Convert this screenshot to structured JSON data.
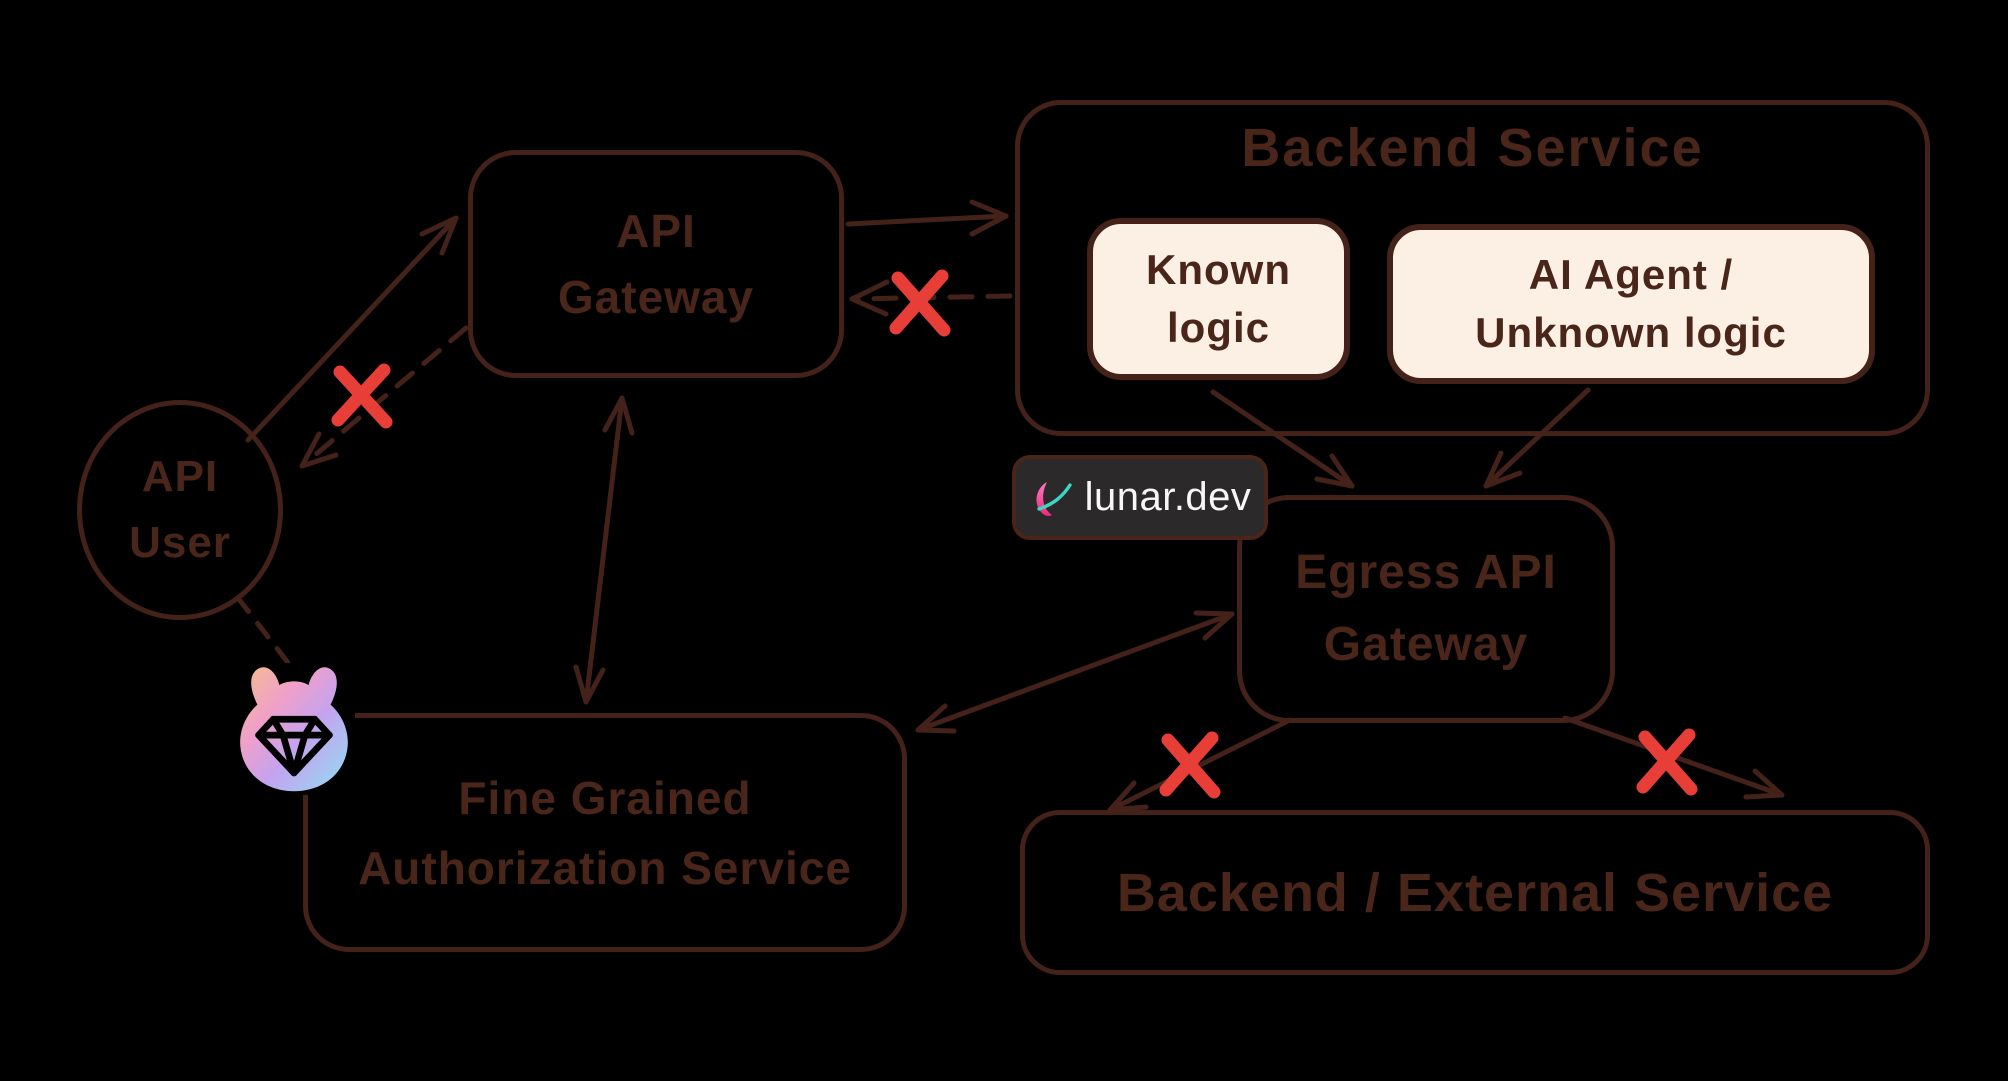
{
  "diagram": {
    "background": "#000000",
    "ink_color": "#44221a",
    "text_color": "#4a2519",
    "error_color": "#e83e38",
    "inner_fill": "#fcf0e4"
  },
  "nodes": {
    "api_user": {
      "line1": "API",
      "line2": "User"
    },
    "api_gateway": {
      "line1": "API",
      "line2": "Gateway"
    },
    "backend_service": {
      "title": "Backend Service"
    },
    "known_logic": {
      "label": "Known logic"
    },
    "ai_agent": {
      "line1": "AI Agent /",
      "line2": "Unknown logic"
    },
    "egress_gateway": {
      "line1": "Egress API",
      "line2": "Gateway"
    },
    "authz_service": {
      "line1": "Fine Grained",
      "line2": "Authorization Service"
    },
    "backend_external": {
      "label": "Backend / External Service"
    }
  },
  "badge": {
    "label": "lunar.dev"
  },
  "icons": {
    "lunar_logo": "lunar-crescent-logo",
    "authz_logo": "cat-gem-icon"
  },
  "connectors": {
    "user_to_gateway": "solid-arrow",
    "gateway_to_user_blocked": "dashed-arrow-crossed",
    "gateway_to_backend": "solid-arrow",
    "backend_to_gateway_blocked": "dashed-arrow-crossed",
    "known_logic_to_egress": "solid-arrow",
    "ai_agent_to_egress": "solid-arrow",
    "gateway_authz_bidirectional": "double-arrow",
    "authz_egress_bidirectional": "double-arrow",
    "egress_to_external_left_blocked": "solid-arrow-crossed",
    "egress_to_external_right_blocked": "solid-arrow-crossed",
    "user_to_authz_icon": "dashed-line"
  }
}
